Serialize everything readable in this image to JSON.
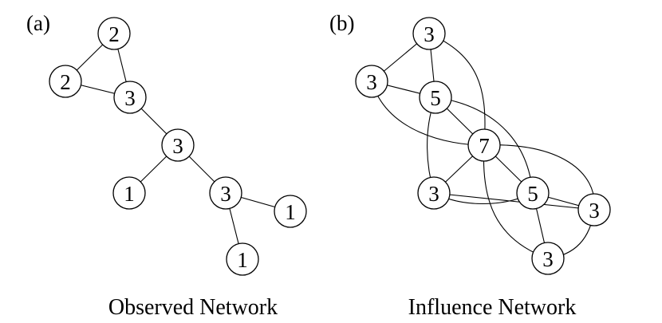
{
  "observed": {
    "panel_label": "(a)",
    "caption": "Observed Network",
    "nodes": [
      {
        "id": "o1",
        "label": "2"
      },
      {
        "id": "o2",
        "label": "2"
      },
      {
        "id": "o3",
        "label": "3"
      },
      {
        "id": "o4",
        "label": "3"
      },
      {
        "id": "o5",
        "label": "1"
      },
      {
        "id": "o6",
        "label": "3"
      },
      {
        "id": "o7",
        "label": "1"
      },
      {
        "id": "o8",
        "label": "1"
      }
    ],
    "edges": [
      [
        "o1",
        "o2"
      ],
      [
        "o1",
        "o3"
      ],
      [
        "o2",
        "o3"
      ],
      [
        "o3",
        "o4"
      ],
      [
        "o4",
        "o5"
      ],
      [
        "o4",
        "o6"
      ],
      [
        "o6",
        "o7"
      ],
      [
        "o6",
        "o8"
      ]
    ]
  },
  "influence": {
    "panel_label": "(b)",
    "caption": "Influence Network",
    "nodes": [
      {
        "id": "i1",
        "label": "3"
      },
      {
        "id": "i2",
        "label": "3"
      },
      {
        "id": "i3",
        "label": "5"
      },
      {
        "id": "i4",
        "label": "7"
      },
      {
        "id": "i5",
        "label": "3"
      },
      {
        "id": "i6",
        "label": "5"
      },
      {
        "id": "i7",
        "label": "3"
      },
      {
        "id": "i8",
        "label": "3"
      }
    ],
    "edges": [
      [
        "i1",
        "i2"
      ],
      [
        "i1",
        "i3"
      ],
      [
        "i1",
        "i4"
      ],
      [
        "i2",
        "i3"
      ],
      [
        "i2",
        "i4"
      ],
      [
        "i3",
        "i4"
      ],
      [
        "i3",
        "i5"
      ],
      [
        "i3",
        "i6"
      ],
      [
        "i4",
        "i5"
      ],
      [
        "i4",
        "i6"
      ],
      [
        "i4",
        "i7"
      ],
      [
        "i4",
        "i8"
      ],
      [
        "i5",
        "i6"
      ],
      [
        "i5",
        "i7"
      ],
      [
        "i6",
        "i7"
      ],
      [
        "i6",
        "i8"
      ],
      [
        "i7",
        "i8"
      ]
    ]
  }
}
